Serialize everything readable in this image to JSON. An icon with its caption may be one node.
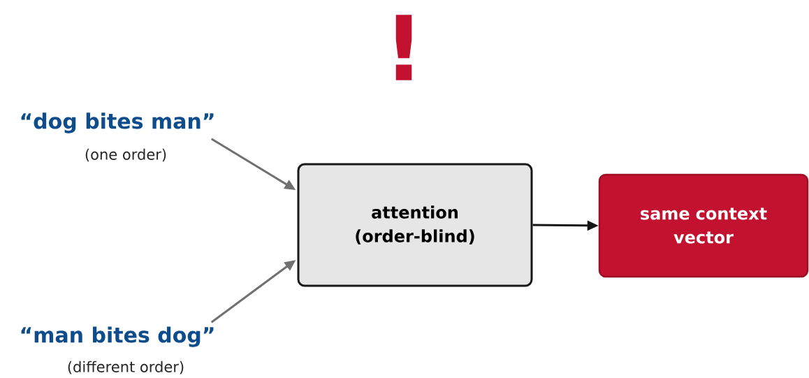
{
  "diagram": {
    "nodes": [
      {
        "text": [
          "“dog bites man”"
        ],
        "beside": [
          "(one order)"
        ]
      },
      {
        "text": [
          "“man bites dog”"
        ],
        "beside": [
          "(different order)"
        ]
      },
      {
        "text": [
          "attention (order-blind)"
        ]
      },
      {
        "text": [
          "same context vector"
        ]
      }
    ],
    "edges": [
      {
        "from": 0,
        "to": 2,
        "arrow": "to"
      },
      {
        "from": 1,
        "to": 2,
        "arrow": "to"
      },
      {
        "from": 2,
        "to": 3,
        "arrow": "to",
        "color": "#151515"
      }
    ],
    "labels": [
      "!"
    ]
  }
}
